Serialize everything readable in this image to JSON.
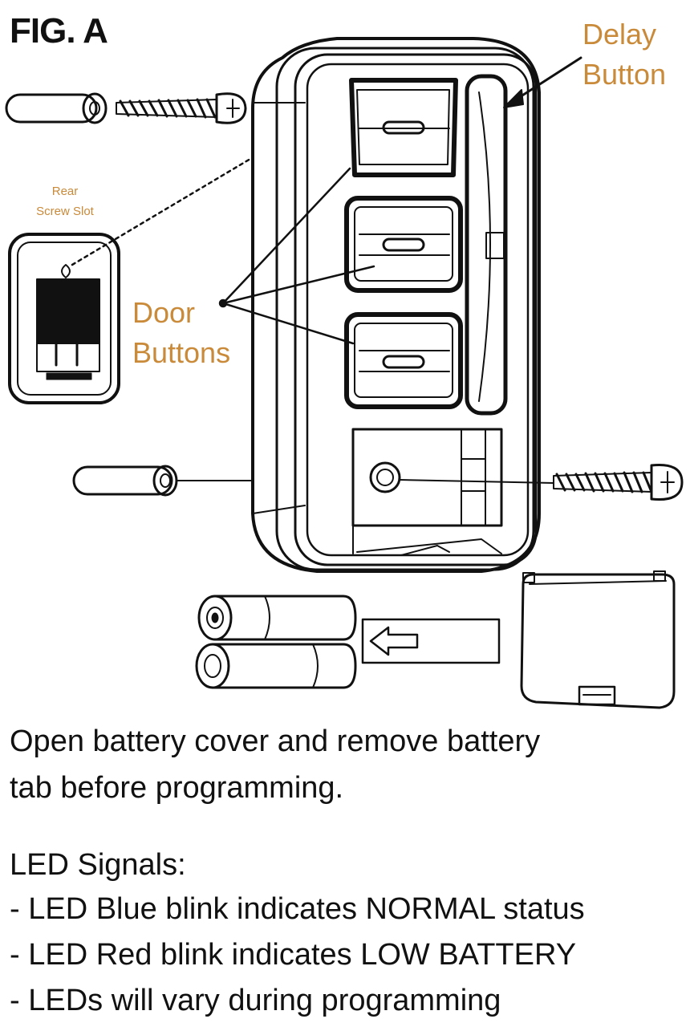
{
  "figure": {
    "title": "FIG. A",
    "labels": {
      "delay_line1": "Delay",
      "delay_line2": "Button",
      "door_line1": "Door",
      "door_line2": "Buttons",
      "rear_line1": "Rear",
      "rear_line2": "Screw Slot"
    },
    "colors": {
      "label": "#c98a3a",
      "line": "#111111"
    }
  },
  "instructions": {
    "battery_line1": "Open battery cover and remove battery",
    "battery_line2": "tab before programming.",
    "led_title": "LED Signals:",
    "led_items": [
      "- LED Blue blink indicates NORMAL status",
      "- LED Red blink indicates LOW BATTERY",
      "- LEDs will vary during programming"
    ]
  }
}
